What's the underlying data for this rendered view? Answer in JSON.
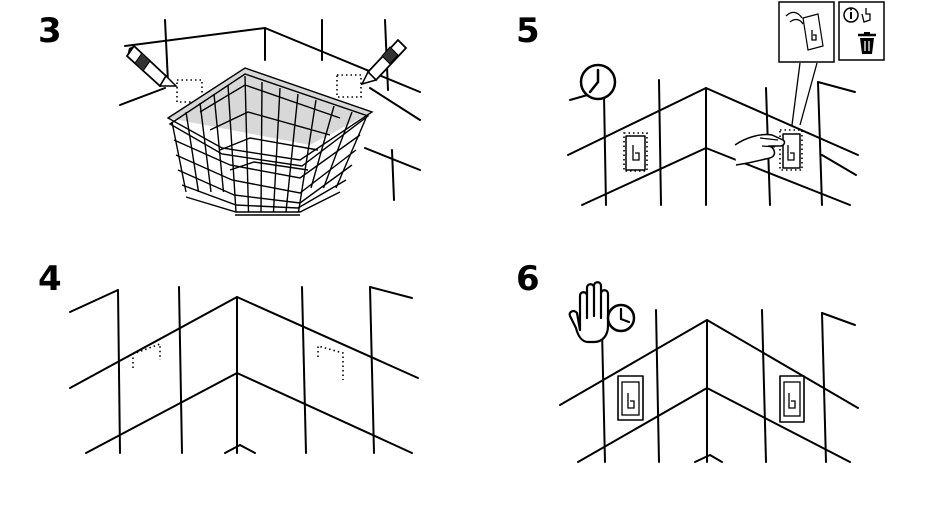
{
  "steps": [
    {
      "number": "3",
      "action": "mark-positions"
    },
    {
      "number": "4",
      "action": "marks-on-tiles"
    },
    {
      "number": "5",
      "action": "press-adhesive-pads"
    },
    {
      "number": "6",
      "action": "wait-before-load"
    }
  ],
  "icons": {
    "step3": [
      "pencil-icon",
      "pencil-icon",
      "wire-basket-icon"
    ],
    "step5": [
      "clock-icon",
      "clean-surface-icon",
      "info-icon",
      "bin-icon",
      "hand-press-icon"
    ],
    "step6": [
      "hand-stop-icon",
      "clock-icon"
    ]
  },
  "colors": {
    "line": "#000000",
    "background": "#ffffff",
    "panel": "#d8d8d8"
  }
}
